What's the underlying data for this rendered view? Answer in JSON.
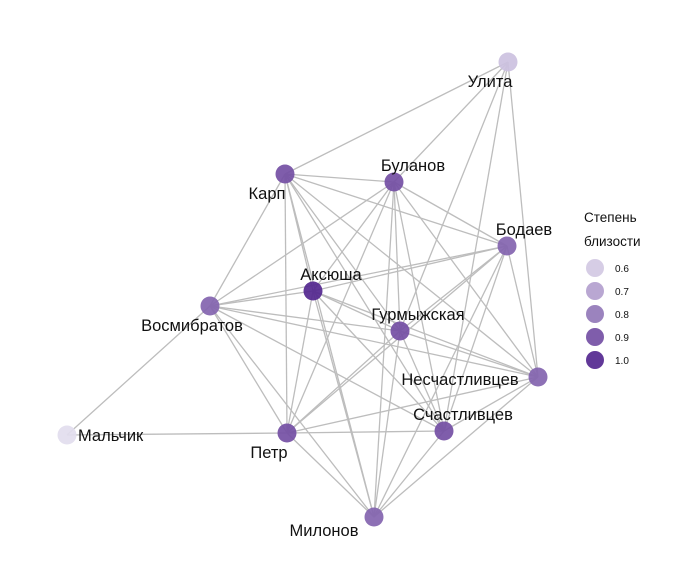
{
  "legend": {
    "title_line1": "Степень",
    "title_line2": "близости",
    "items": [
      {
        "label": "0.6",
        "value": 0.6
      },
      {
        "label": "0.7",
        "value": 0.7
      },
      {
        "label": "0.8",
        "value": 0.8
      },
      {
        "label": "0.9",
        "value": 0.9
      },
      {
        "label": "1.0",
        "value": 1.0
      }
    ]
  },
  "nodes": [
    {
      "id": "ulita",
      "label": "Улита",
      "value": 0.62
    },
    {
      "id": "karp",
      "label": "Карп",
      "value": 0.9
    },
    {
      "id": "bulanov",
      "label": "Буланов",
      "value": 0.9
    },
    {
      "id": "bodaev",
      "label": "Бодаев",
      "value": 0.85
    },
    {
      "id": "aksyusha",
      "label": "Аксюша",
      "value": 1.0
    },
    {
      "id": "vosmibratov",
      "label": "Восмибратов",
      "value": 0.85
    },
    {
      "id": "gurmyzhskaya",
      "label": "Гурмыжская",
      "value": 0.9
    },
    {
      "id": "neschastlivtsev",
      "label": "Несчастливцев",
      "value": 0.85
    },
    {
      "id": "schastlivtsev",
      "label": "Счастливцев",
      "value": 0.9
    },
    {
      "id": "malchik",
      "label": "Мальчик",
      "value": 0.55
    },
    {
      "id": "petr",
      "label": "Петр",
      "value": 0.9
    },
    {
      "id": "milonov",
      "label": "Милонов",
      "value": 0.85
    }
  ],
  "edges": [
    [
      "karp",
      "ulita"
    ],
    [
      "bulanov",
      "ulita"
    ],
    [
      "gurmyzhskaya",
      "ulita"
    ],
    [
      "neschastlivtsev",
      "ulita"
    ],
    [
      "schastlivtsev",
      "ulita"
    ],
    [
      "karp",
      "bulanov"
    ],
    [
      "karp",
      "bodaev"
    ],
    [
      "karp",
      "aksyusha"
    ],
    [
      "karp",
      "vosmibratov"
    ],
    [
      "karp",
      "gurmyzhskaya"
    ],
    [
      "karp",
      "neschastlivtsev"
    ],
    [
      "karp",
      "schastlivtsev"
    ],
    [
      "karp",
      "petr"
    ],
    [
      "karp",
      "milonov"
    ],
    [
      "bulanov",
      "bodaev"
    ],
    [
      "bulanov",
      "aksyusha"
    ],
    [
      "bulanov",
      "vosmibratov"
    ],
    [
      "bulanov",
      "gurmyzhskaya"
    ],
    [
      "bulanov",
      "neschastlivtsev"
    ],
    [
      "bulanov",
      "schastlivtsev"
    ],
    [
      "bulanov",
      "petr"
    ],
    [
      "bulanov",
      "milonov"
    ],
    [
      "bodaev",
      "aksyusha"
    ],
    [
      "bodaev",
      "vosmibratov"
    ],
    [
      "bodaev",
      "gurmyzhskaya"
    ],
    [
      "bodaev",
      "neschastlivtsev"
    ],
    [
      "bodaev",
      "schastlivtsev"
    ],
    [
      "bodaev",
      "petr"
    ],
    [
      "bodaev",
      "milonov"
    ],
    [
      "aksyusha",
      "vosmibratov"
    ],
    [
      "aksyusha",
      "gurmyzhskaya"
    ],
    [
      "aksyusha",
      "neschastlivtsev"
    ],
    [
      "aksyusha",
      "schastlivtsev"
    ],
    [
      "aksyusha",
      "petr"
    ],
    [
      "aksyusha",
      "milonov"
    ],
    [
      "vosmibratov",
      "gurmyzhskaya"
    ],
    [
      "vosmibratov",
      "neschastlivtsev"
    ],
    [
      "vosmibratov",
      "schastlivtsev"
    ],
    [
      "vosmibratov",
      "petr"
    ],
    [
      "vosmibratov",
      "milonov"
    ],
    [
      "vosmibratov",
      "malchik"
    ],
    [
      "gurmyzhskaya",
      "neschastlivtsev"
    ],
    [
      "gurmyzhskaya",
      "schastlivtsev"
    ],
    [
      "gurmyzhskaya",
      "petr"
    ],
    [
      "gurmyzhskaya",
      "milonov"
    ],
    [
      "neschastlivtsev",
      "schastlivtsev"
    ],
    [
      "neschastlivtsev",
      "petr"
    ],
    [
      "neschastlivtsev",
      "milonov"
    ],
    [
      "schastlivtsev",
      "petr"
    ],
    [
      "schastlivtsev",
      "milonov"
    ],
    [
      "petr",
      "milonov"
    ],
    [
      "petr",
      "malchik"
    ]
  ]
}
